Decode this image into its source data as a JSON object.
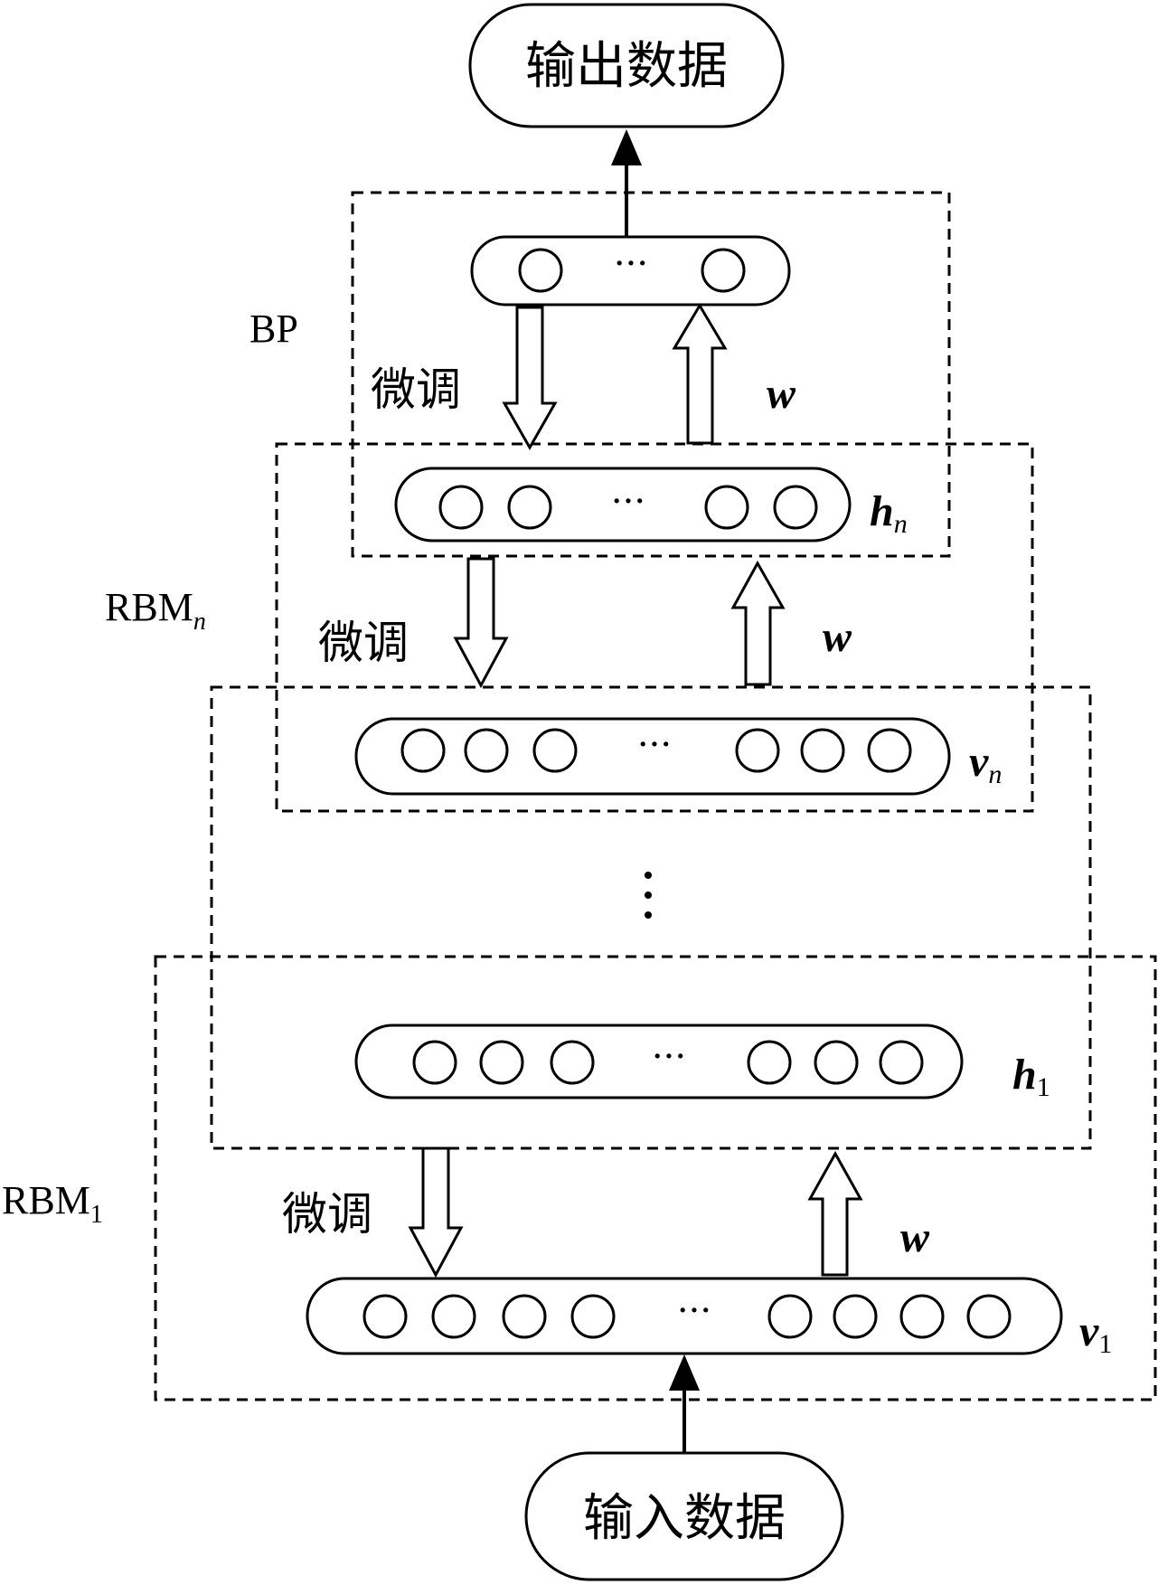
{
  "terminals": {
    "output": "输出数据",
    "input": "输入数据"
  },
  "modules": {
    "bp": {
      "name": "BP"
    },
    "rbm_n": {
      "name": "RBM",
      "subscript": "n"
    },
    "rbm_1": {
      "name": "RBM",
      "subscript": "1"
    }
  },
  "layers": {
    "bp_out": {
      "dots": "···"
    },
    "hn": {
      "dots": "···",
      "symbol": "h",
      "subscript": "n"
    },
    "vn": {
      "dots": "···",
      "symbol": "v",
      "subscript": "n"
    },
    "h1": {
      "dots": "···",
      "symbol": "h",
      "subscript": "1"
    },
    "v1": {
      "dots": "···",
      "symbol": "v",
      "subscript": "1"
    }
  },
  "arrows": {
    "fine_tune": "微调",
    "weight": "w"
  },
  "ellipsis_vertical": "⋮",
  "colors": {
    "stroke": "#000000",
    "background": "#ffffff"
  }
}
